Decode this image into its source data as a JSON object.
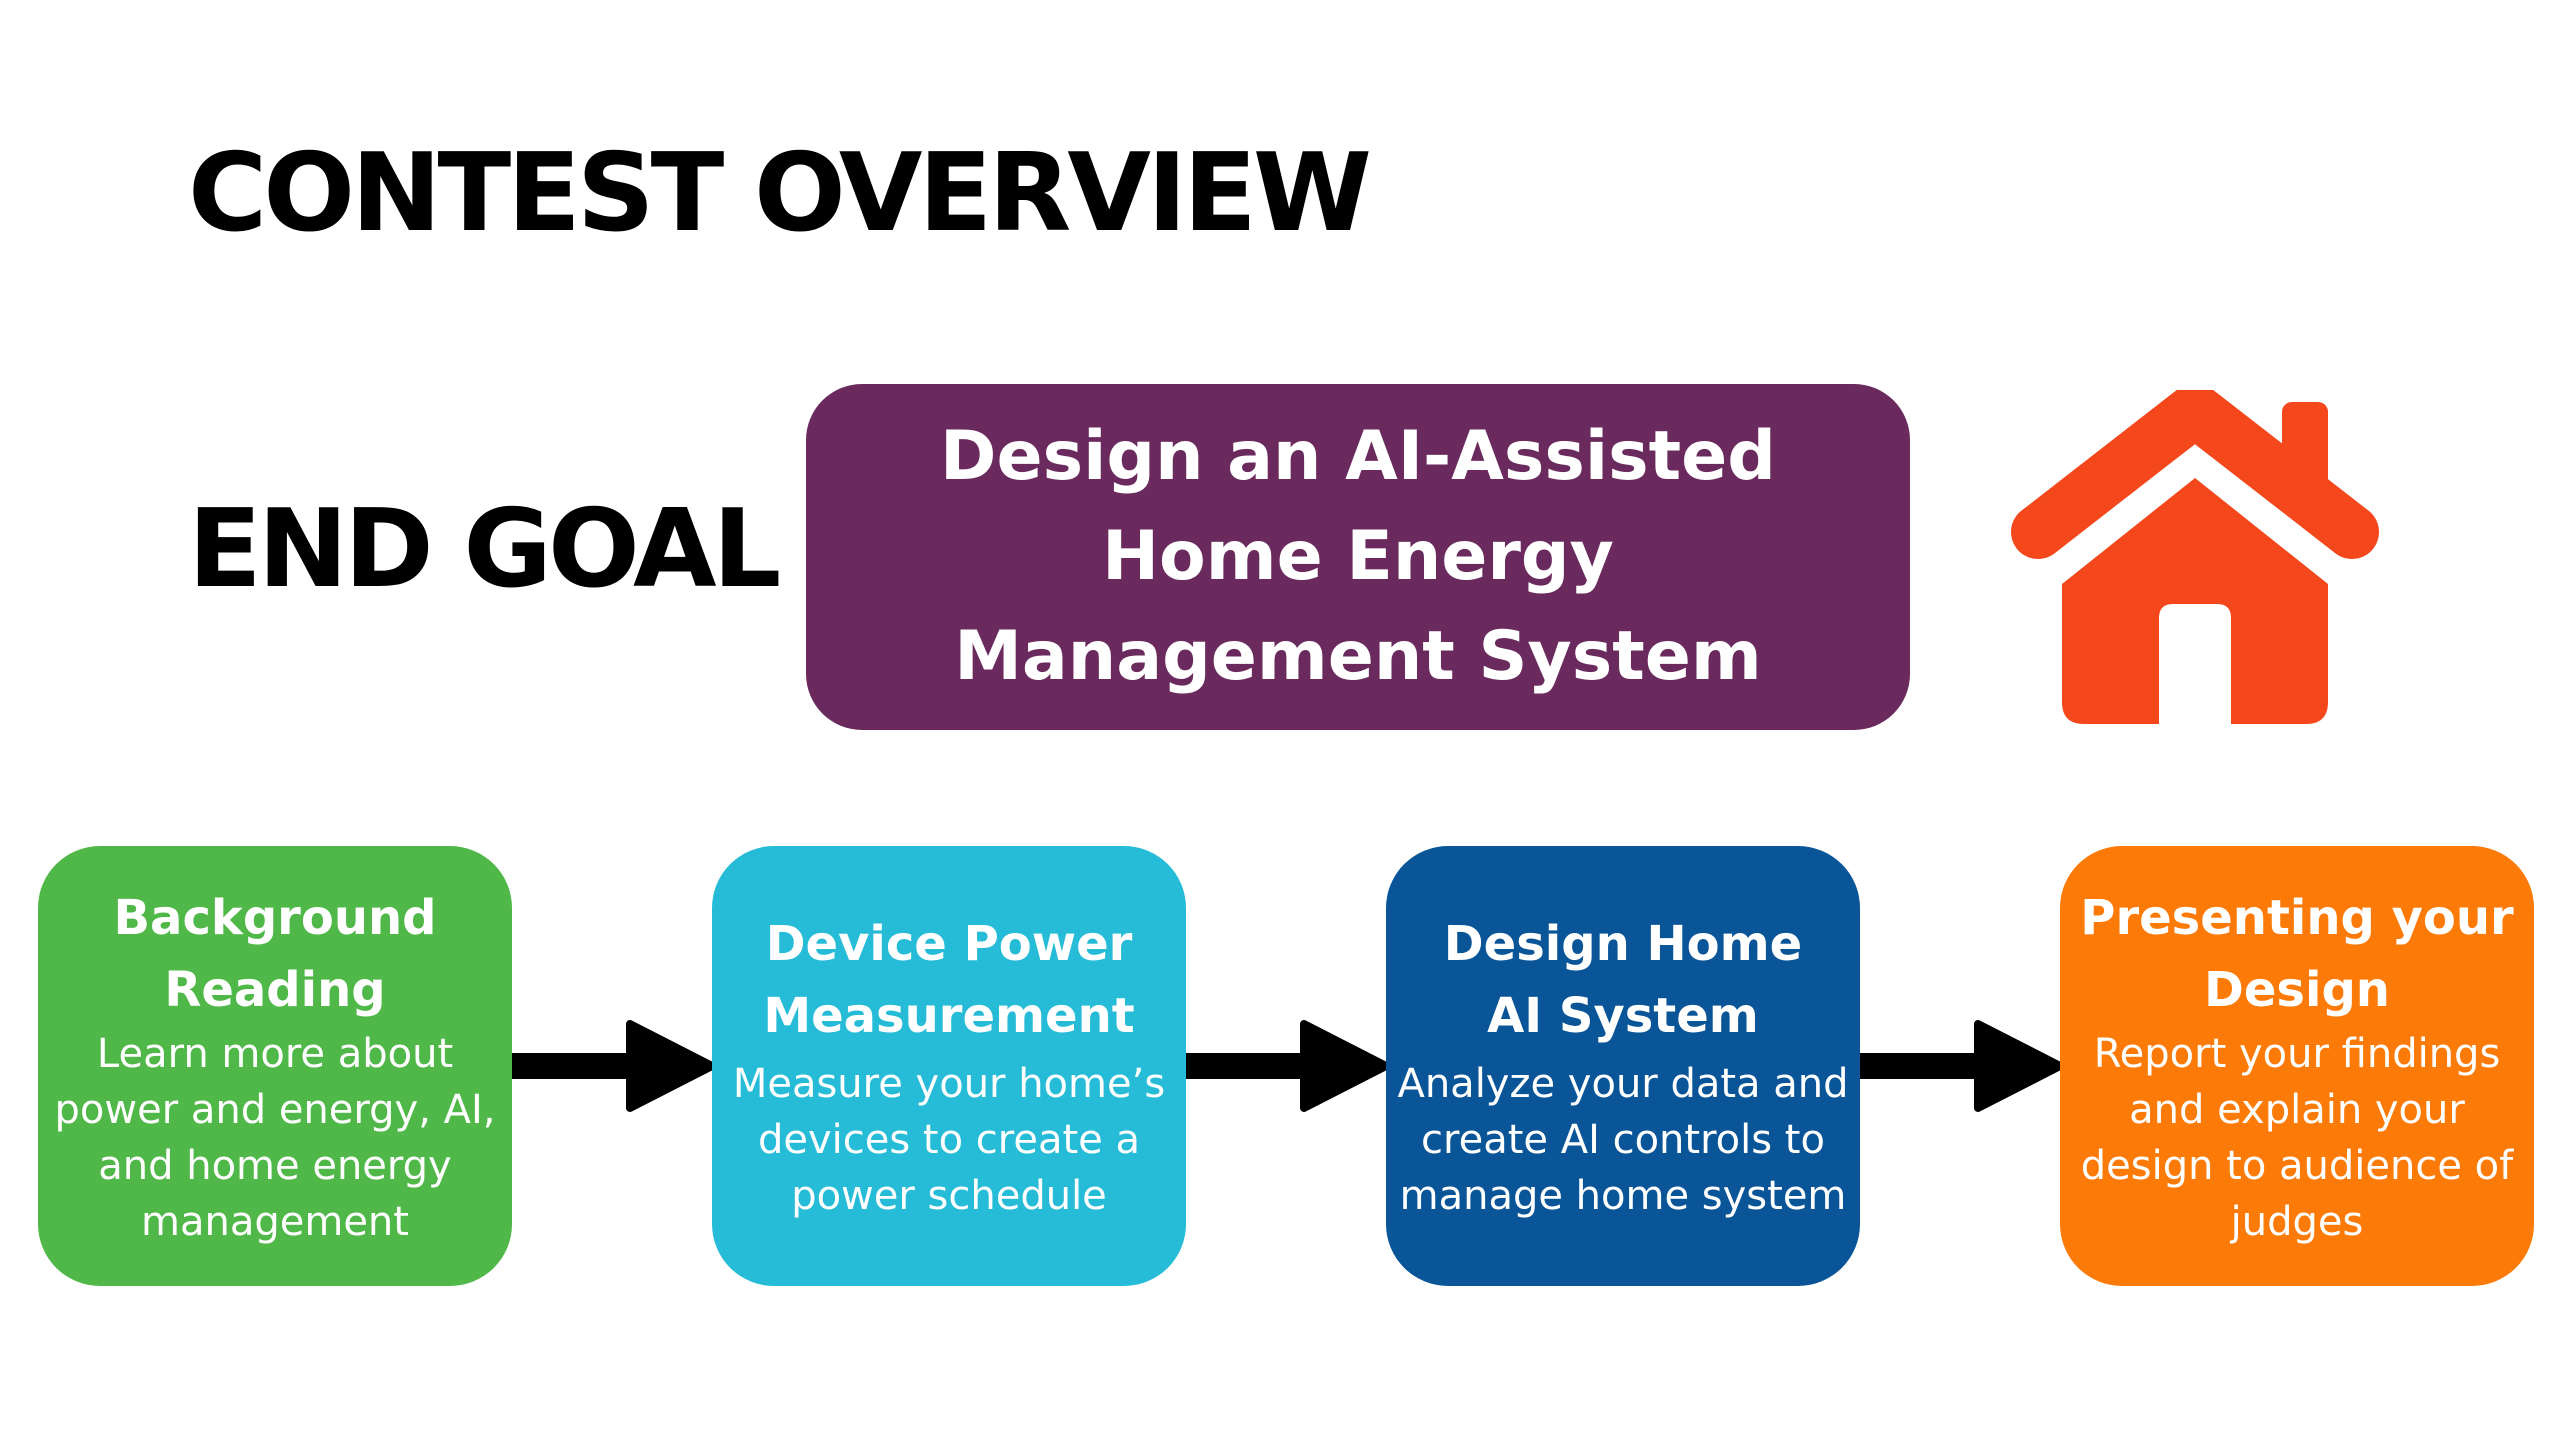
{
  "title": "CONTEST OVERVIEW",
  "end_goal": {
    "label": "END GOAL",
    "text_lines": [
      "Design an AI-Assisted",
      "Home Energy",
      "Management System"
    ],
    "box_color": "#6a2a5e",
    "icon": "house-icon",
    "icon_color": "#f4471b"
  },
  "steps": [
    {
      "title_lines": [
        "Background",
        "Reading"
      ],
      "desc_lines": [
        "Learn more about",
        "power and energy, AI,",
        "and home energy",
        "management"
      ],
      "color": "#4fb848"
    },
    {
      "title_lines": [
        "Device Power",
        "Measurement"
      ],
      "desc_lines": [
        "Measure your home’s",
        "devices to create a",
        "power schedule"
      ],
      "color": "#26bcd7"
    },
    {
      "title_lines": [
        "Design Home",
        "AI System"
      ],
      "desc_lines": [
        "Analyze your data and",
        "create AI controls to",
        "manage home system"
      ],
      "color": "#0a5598"
    },
    {
      "title_lines": [
        "Presenting your",
        "Design"
      ],
      "desc_lines": [
        "Report your findings",
        "and explain your",
        "design to audience of",
        "judges"
      ],
      "color": "#fc7a07"
    }
  ],
  "connector_icon": "arrow-right-icon"
}
